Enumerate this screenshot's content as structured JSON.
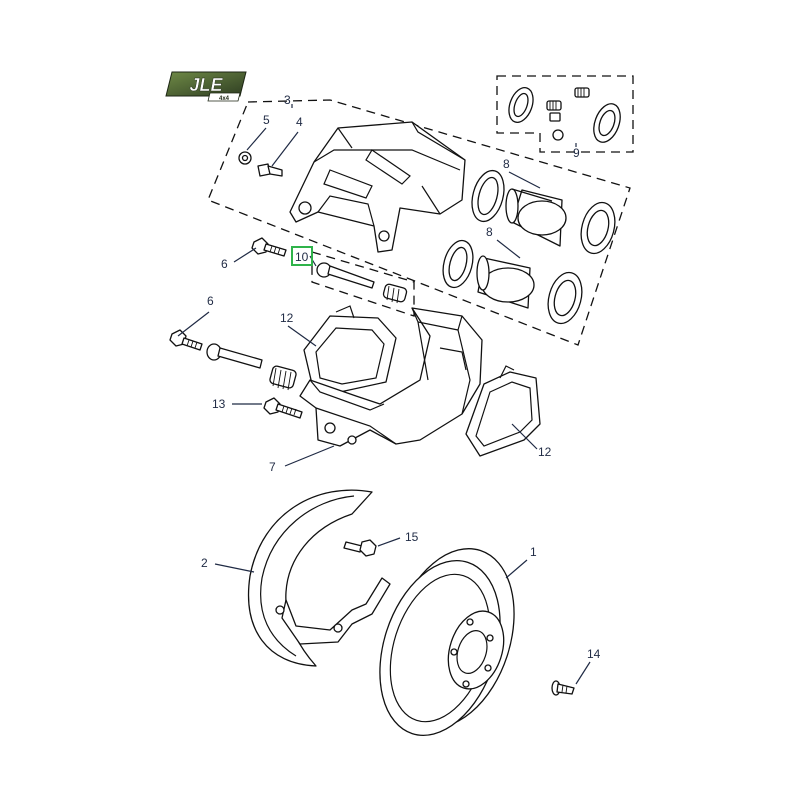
{
  "logo": {
    "text": "JLE",
    "subtext": "4x4"
  },
  "callouts": [
    {
      "id": "1",
      "text": "1"
    },
    {
      "id": "2",
      "text": "2"
    },
    {
      "id": "3",
      "text": "3"
    },
    {
      "id": "4",
      "text": "4"
    },
    {
      "id": "5",
      "text": "5"
    },
    {
      "id": "6a",
      "text": "6"
    },
    {
      "id": "6b",
      "text": "6"
    },
    {
      "id": "7",
      "text": "7"
    },
    {
      "id": "8a",
      "text": "8"
    },
    {
      "id": "8b",
      "text": "8"
    },
    {
      "id": "9",
      "text": "9"
    },
    {
      "id": "10",
      "text": "10"
    },
    {
      "id": "12a",
      "text": "12"
    },
    {
      "id": "12b",
      "text": "12"
    },
    {
      "id": "13",
      "text": "13"
    },
    {
      "id": "14",
      "text": "14"
    },
    {
      "id": "15",
      "text": "15"
    }
  ],
  "highlighted_callout": "10",
  "colors": {
    "highlight": "#2fb34a",
    "label": "#1f2a44",
    "logo_dark": "#2e3d22",
    "logo_light": "#6f8a46"
  }
}
